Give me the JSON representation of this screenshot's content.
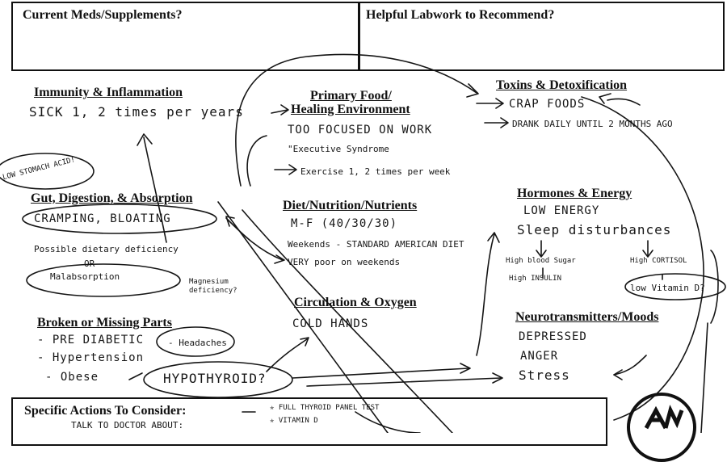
{
  "top_boxes": {
    "meds_title": "Current Meds/Supplements?",
    "labwork_title": "Helpful Labwork to Recommend?"
  },
  "immunity": {
    "heading": "Immunity & Inflammation",
    "notes": [
      "SICK 1, 2 times per years"
    ]
  },
  "primary_food": {
    "heading_line1": "Primary Food/",
    "heading_line2": "Healing Environment",
    "notes": [
      "TOO FOCUSED ON WORK",
      "\"Executive Syndrome",
      "Exercise 1, 2 times per week"
    ]
  },
  "toxins": {
    "heading": "Toxins & Detoxification",
    "notes": [
      "CRAP FOODS",
      "DRANK DAILY UNTIL 2 MONTHS AGO"
    ]
  },
  "gut": {
    "side_note": "LOW STOMACH ACID!",
    "heading": "Gut, Digestion, & Absorption",
    "notes": [
      "CRAMPING, BLOATING",
      "Possible dietary deficiency",
      "OR",
      "Malabsorption",
      "Magnesium deficiency?"
    ]
  },
  "diet": {
    "heading": "Diet/Nutrition/Nutrients",
    "notes": [
      "M-F (40/30/30)",
      "Weekends - STANDARD AMERICAN DIET",
      "VERY poor on weekends"
    ]
  },
  "hormones": {
    "heading": "Hormones & Energy",
    "notes": [
      "LOW ENERGY",
      "Sleep disturbances",
      "High blood Sugar",
      "High CORTISOL",
      "High INSULIN",
      "low Vitamin D?"
    ]
  },
  "broken": {
    "heading": "Broken or Missing Parts",
    "notes": [
      "- PRE DIABETIC",
      "- Hypertension",
      "- Obese",
      "- Headaches",
      "HYPOTHYROID?"
    ]
  },
  "circulation": {
    "heading": "Circulation & Oxygen",
    "notes": [
      "COLD HANDS"
    ]
  },
  "neuro": {
    "heading": "Neurotransmitters/Moods",
    "notes": [
      "DEPRESSED",
      "ANGER",
      "Stress"
    ]
  },
  "actions": {
    "heading": "Specific Actions To Consider:",
    "talk_to": "TALK TO DOCTOR ABOUT:",
    "items": [
      "FULL THYROID PANEL TEST",
      "VITAMIN D"
    ]
  },
  "logo": {
    "icon": "afm-circle-logo"
  }
}
